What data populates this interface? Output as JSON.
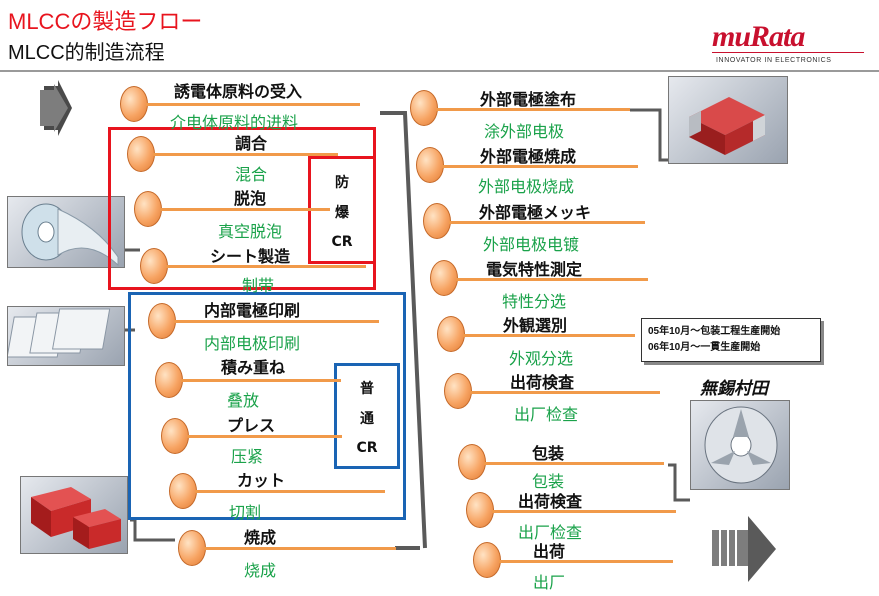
{
  "header": {
    "title_jp": "MLCCの製造フロー",
    "title_cn": "MLCC的制造流程"
  },
  "logo": {
    "word": "muRata",
    "tagline": "INNOVATOR IN ELECTRONICS"
  },
  "left_steps": [
    {
      "ja": "誘電体原料の受入",
      "cn": "介电体原料的进料"
    },
    {
      "ja": "調合",
      "cn": "混合"
    },
    {
      "ja": "脱泡",
      "cn": "真空脱泡"
    },
    {
      "ja": "シート製造",
      "cn": "制带"
    },
    {
      "ja": "内部電極印刷",
      "cn": "内部电极印刷"
    },
    {
      "ja": "積み重ね",
      "cn": "叠放"
    },
    {
      "ja": "プレス",
      "cn": "压紧"
    },
    {
      "ja": "カット",
      "cn": "切割"
    },
    {
      "ja": "焼成",
      "cn": "烧成"
    }
  ],
  "right_steps": [
    {
      "ja": "外部電極塗布",
      "cn": "涂外部电极"
    },
    {
      "ja": "外部電極焼成",
      "cn": "外部电极烧成"
    },
    {
      "ja": "外部電極メッキ",
      "cn": "外部电极电镀"
    },
    {
      "ja": "電気特性測定",
      "cn": "特性分选"
    },
    {
      "ja": "外観選別",
      "cn": "外观分选"
    },
    {
      "ja": "出荷検査",
      "cn": "出厂检查"
    },
    {
      "ja": "包装",
      "cn": "包装"
    },
    {
      "ja": "出荷検査",
      "cn": "出厂检查"
    },
    {
      "ja": "出荷",
      "cn": "出厂"
    }
  ],
  "explosion_proof": {
    "c1": "防",
    "c2": "爆",
    "c3": "CR"
  },
  "normal_cr": {
    "c1": "普",
    "c2": "通",
    "c3": "CR"
  },
  "note": {
    "line1": "05年10月～包装工程生産開始",
    "line2": "06年10月～一貫生産開始"
  },
  "site_label": "無錫村田",
  "colors": {
    "red_box": "#e8141e",
    "blue_box": "#1a64b4",
    "cn_text": "#1aa24a",
    "bar": "#f19a4a"
  }
}
